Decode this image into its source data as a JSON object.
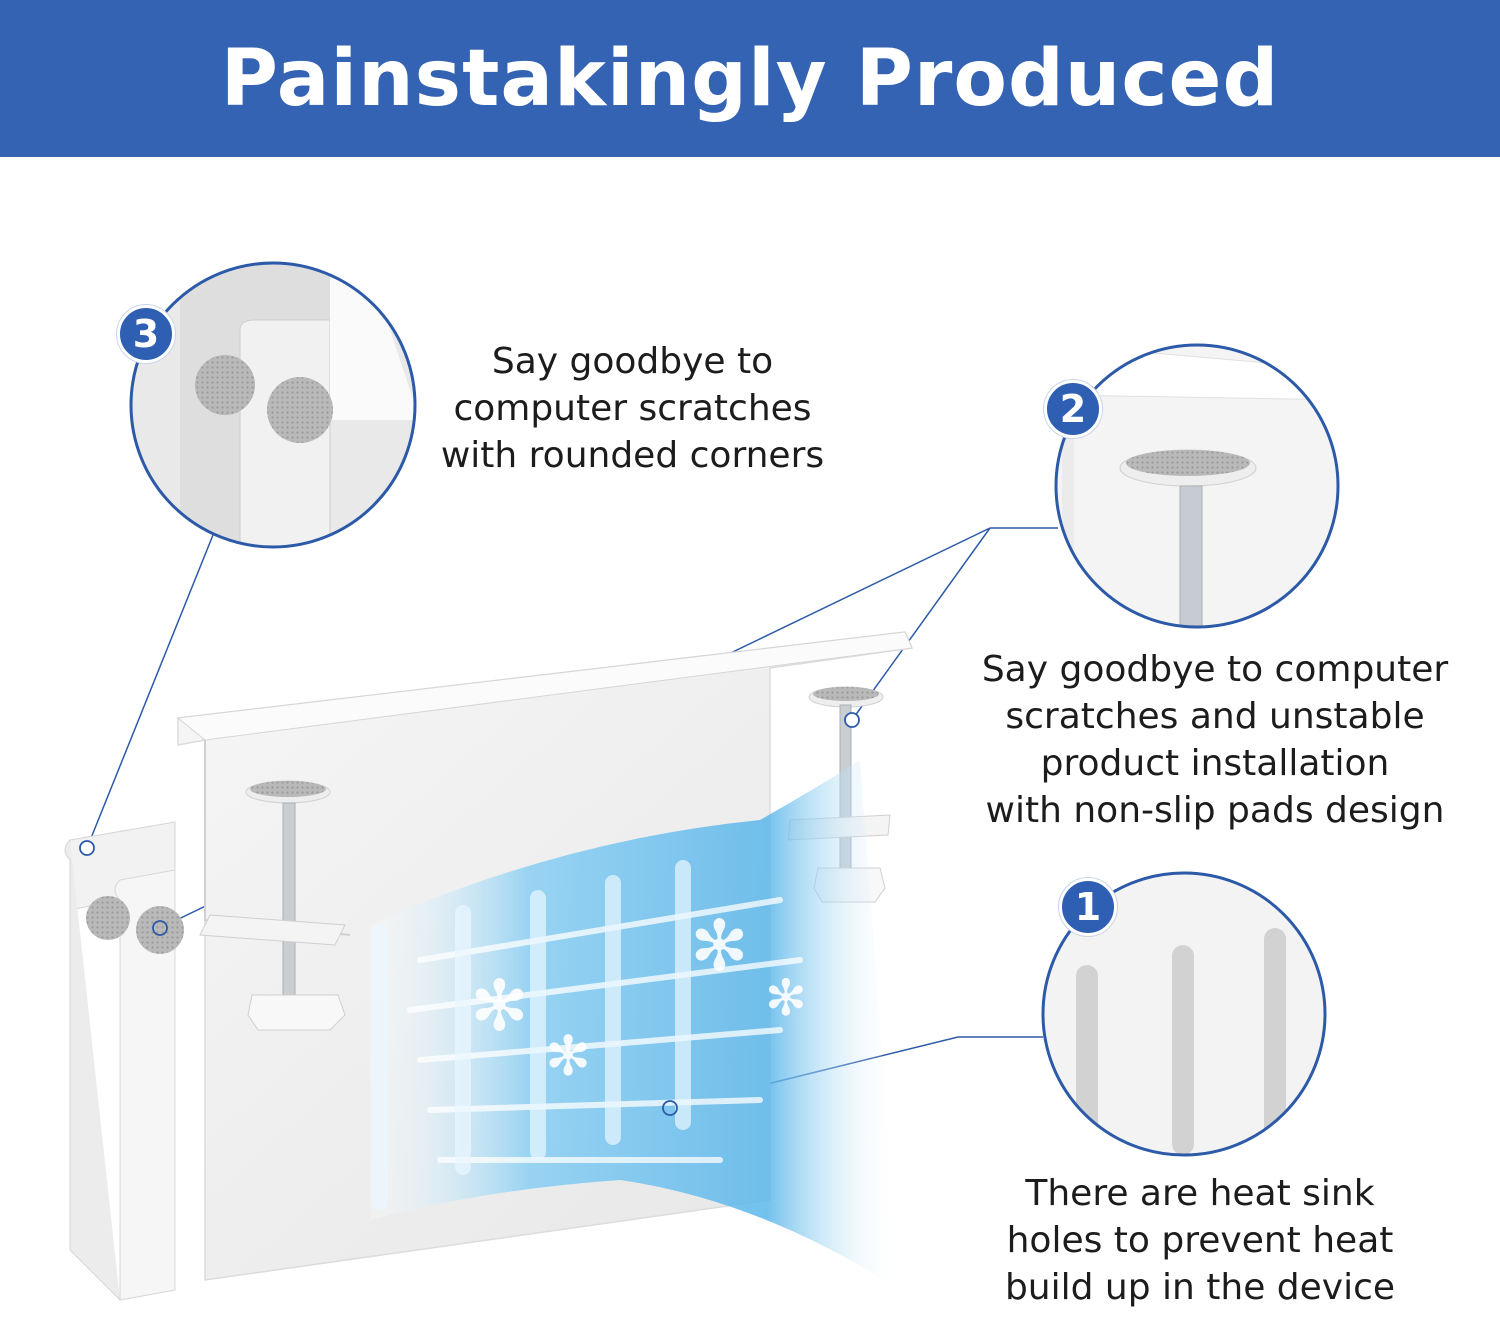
{
  "header": {
    "title": "Painstakingly Produced",
    "background": "#3363b2"
  },
  "callouts": [
    {
      "number": "3",
      "text": "Say goodbye to\ncomputer scratches\nwith rounded corners"
    },
    {
      "number": "2",
      "text": "Say goodbye to computer\nscratches and unstable\nproduct installation\nwith non-slip pads design"
    },
    {
      "number": "1",
      "text": "There are heat sink\nholes to prevent heat\nbuild up in the device"
    }
  ],
  "colors": {
    "accent": "#2f5fb3",
    "leader_line": "#2c5aa8",
    "airflow": "#6fc3ee"
  }
}
